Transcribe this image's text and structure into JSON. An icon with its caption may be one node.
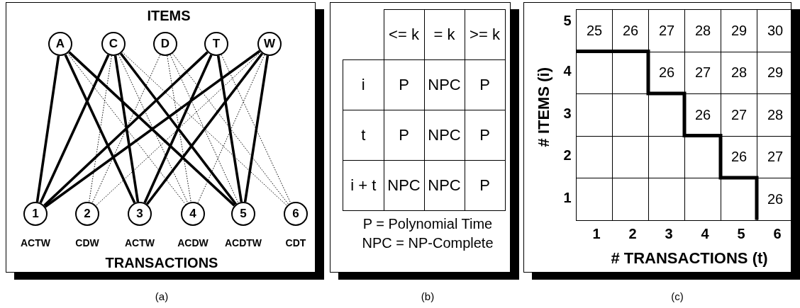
{
  "diagram": {
    "nodes": [
      {
        "text": [
          "A"
        ]
      },
      {
        "text": [
          "C"
        ]
      },
      {
        "text": [
          "D"
        ]
      },
      {
        "text": [
          "T"
        ]
      },
      {
        "text": [
          "W"
        ]
      },
      {
        "text": [
          "1"
        ],
        "beside": [
          "ACTW"
        ]
      },
      {
        "text": [
          "2"
        ],
        "beside": [
          "CDW"
        ]
      },
      {
        "text": [
          "3"
        ],
        "beside": [
          "ACTW"
        ]
      },
      {
        "text": [
          "4"
        ],
        "beside": [
          "ACDW"
        ]
      },
      {
        "text": [
          "5"
        ],
        "beside": [
          "ACDTW"
        ]
      },
      {
        "text": [
          "6"
        ],
        "beside": [
          "CDT"
        ]
      }
    ],
    "edges": [
      {
        "from": 0,
        "to": 5,
        "arrow": "none"
      },
      {
        "from": 1,
        "to": 5,
        "arrow": "none"
      },
      {
        "from": 3,
        "to": 5,
        "arrow": "none"
      },
      {
        "from": 4,
        "to": 5,
        "arrow": "none"
      },
      {
        "from": 1,
        "to": 6,
        "arrow": "none",
        "style": "dashed"
      },
      {
        "from": 2,
        "to": 6,
        "arrow": "none",
        "style": "dashed"
      },
      {
        "from": 4,
        "to": 6,
        "arrow": "none",
        "style": "dashed"
      },
      {
        "from": 0,
        "to": 7,
        "arrow": "none"
      },
      {
        "from": 1,
        "to": 7,
        "arrow": "none"
      },
      {
        "from": 3,
        "to": 7,
        "arrow": "none"
      },
      {
        "from": 4,
        "to": 7,
        "arrow": "none"
      },
      {
        "from": 0,
        "to": 8,
        "arrow": "none",
        "style": "dashed"
      },
      {
        "from": 1,
        "to": 8,
        "arrow": "none",
        "style": "dashed"
      },
      {
        "from": 2,
        "to": 8,
        "arrow": "none",
        "style": "dashed"
      },
      {
        "from": 4,
        "to": 8,
        "arrow": "none",
        "style": "dashed"
      },
      {
        "from": 0,
        "to": 9,
        "arrow": "none"
      },
      {
        "from": 1,
        "to": 9,
        "arrow": "none"
      },
      {
        "from": 2,
        "to": 9,
        "arrow": "none",
        "style": "dashed"
      },
      {
        "from": 3,
        "to": 9,
        "arrow": "none"
      },
      {
        "from": 4,
        "to": 9,
        "arrow": "none"
      },
      {
        "from": 1,
        "to": 10,
        "arrow": "none",
        "style": "dashed"
      },
      {
        "from": 2,
        "to": 10,
        "arrow": "none",
        "style": "dashed"
      },
      {
        "from": 3,
        "to": 10,
        "arrow": "none",
        "style": "dashed"
      }
    ],
    "labels": [
      "ITEMS",
      "TRANSACTIONS",
      "(a)",
      "<= k",
      "= k",
      ">= k",
      "i",
      "P",
      "NPC",
      "P",
      "t",
      "P",
      "NPC",
      "P",
      "i + t",
      "NPC",
      "NPC",
      "P",
      "P = Polynomial Time",
      "NPC = NP-Complete",
      "(b)",
      "# ITEMS (i)",
      "5",
      "25",
      "26",
      "27",
      "28",
      "29",
      "30",
      "4",
      "26",
      "27",
      "28",
      "29",
      "3",
      "26",
      "27",
      "28",
      "2",
      "26",
      "27",
      "1",
      "26",
      "1",
      "2",
      "3",
      "4",
      "5",
      "6",
      "# TRANSACTIONS (t)",
      "(c)"
    ]
  }
}
